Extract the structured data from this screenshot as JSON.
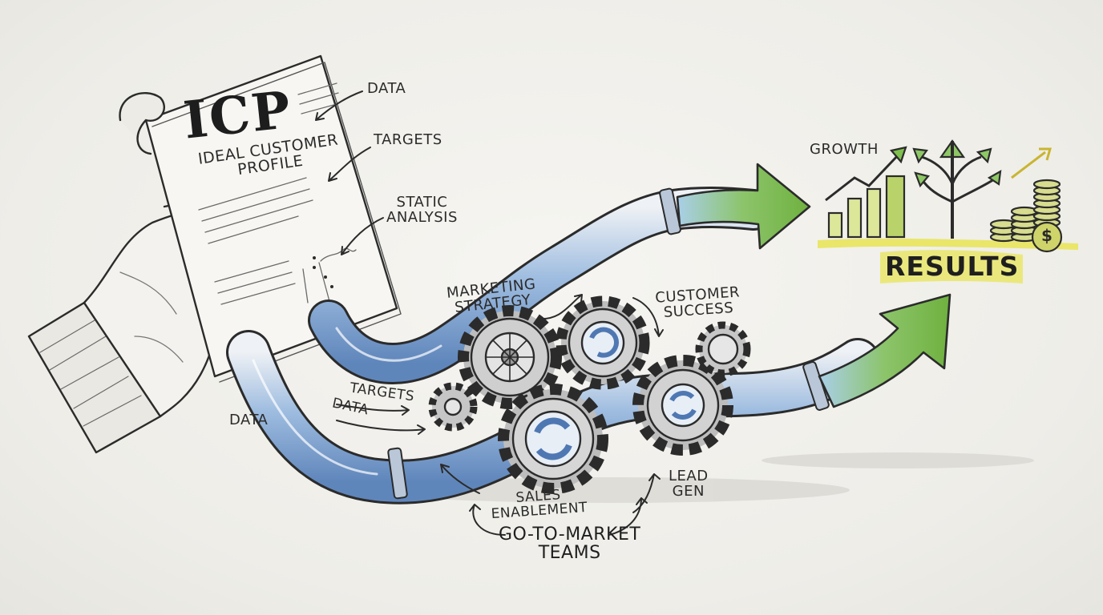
{
  "icp": {
    "title": "ICP",
    "subtitle_line1": "IDEAL CUSTOMER",
    "subtitle_line2": "PROFILE"
  },
  "document_callouts": {
    "data": "DATA",
    "targets": "TARGETS",
    "static_line1": "STATIC",
    "static_line2": "ANALYSIS"
  },
  "flow_labels": {
    "targets": "TARGETS",
    "data_stream": "DATA",
    "data_bottom": "DATA"
  },
  "functions": {
    "marketing_line1": "MARKETING",
    "marketing_line2": "STRATEGY",
    "customer_line1": "CUSTOMER",
    "customer_line2": "SUCCESS",
    "sales_line1": "SALES",
    "sales_line2": "ENABLEMENT",
    "lead_line1": "LEAD",
    "lead_line2": "GEN"
  },
  "gtm": {
    "line1": "GO-TO-MARKET",
    "line2": "TEAMS"
  },
  "results": {
    "growth": "GROWTH",
    "title": "RESULTS",
    "currency_symbol": "$"
  },
  "palette": {
    "ink": "#2b2b2b",
    "pipe_blue": "#7ea6d6",
    "arrow_green": "#7fbf4d",
    "highlight_yellow": "#e9e66a",
    "gear_gray": "#b9b9b9"
  }
}
